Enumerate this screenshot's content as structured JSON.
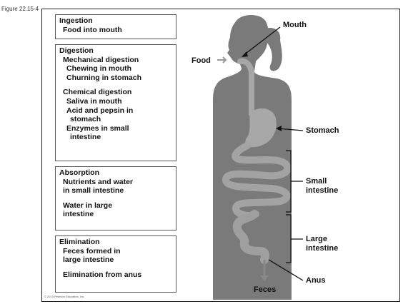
{
  "figure_label": "Figure 22.15-4",
  "copyright": "© 2013 Pearson Education, Inc.",
  "boxes": {
    "ingestion": {
      "heading": "Ingestion",
      "lines": [
        "Food into mouth"
      ]
    },
    "digestion": {
      "heading": "Digestion",
      "mechanical": {
        "heading": "Mechanical digestion",
        "items": [
          "Chewing in mouth",
          "Churning in stomach"
        ]
      },
      "chemical": {
        "heading": "Chemical digestion",
        "items": [
          "Saliva in mouth",
          "Acid and pepsin in",
          "stomach",
          "Enzymes in small",
          "intestine"
        ]
      }
    },
    "absorption": {
      "heading": "Absorption",
      "lines": [
        "Nutrients and water",
        "in small intestine",
        "Water in large",
        "intestine"
      ]
    },
    "elimination": {
      "heading": "Elimination",
      "lines": [
        "Feces formed in",
        "large intestine",
        "Elimination from anus"
      ]
    }
  },
  "labels": {
    "mouth": "Mouth",
    "food": "Food",
    "stomach": "Stomach",
    "small_intestine": [
      "Small",
      "intestine"
    ],
    "large_intestine": [
      "Large",
      "intestine"
    ],
    "anus": "Anus",
    "feces": "Feces"
  }
}
